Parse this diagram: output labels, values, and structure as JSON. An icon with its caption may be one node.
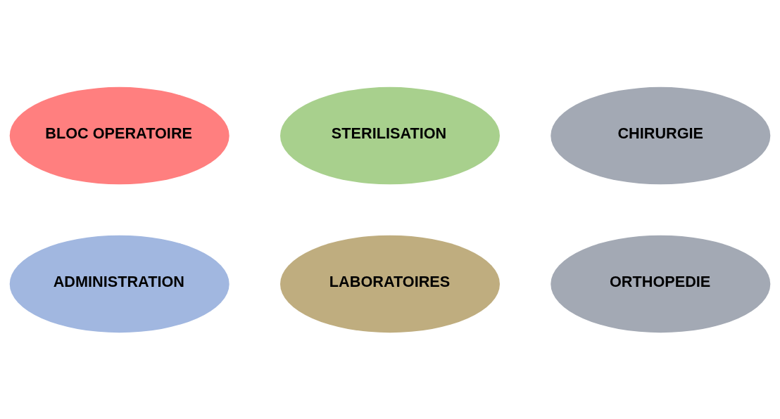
{
  "diagram": {
    "nodes": [
      {
        "text": [
          "BLOC OPERATOIRE"
        ]
      },
      {
        "text": [
          "ADMINISTRATION"
        ]
      },
      {
        "text": [
          "STERILISATION"
        ]
      },
      {
        "text": [
          "LABORATOIRES"
        ]
      },
      {
        "text": [
          "CHIRURGIE"
        ]
      },
      {
        "text": [
          "ORTHOPEDIE"
        ]
      }
    ]
  }
}
